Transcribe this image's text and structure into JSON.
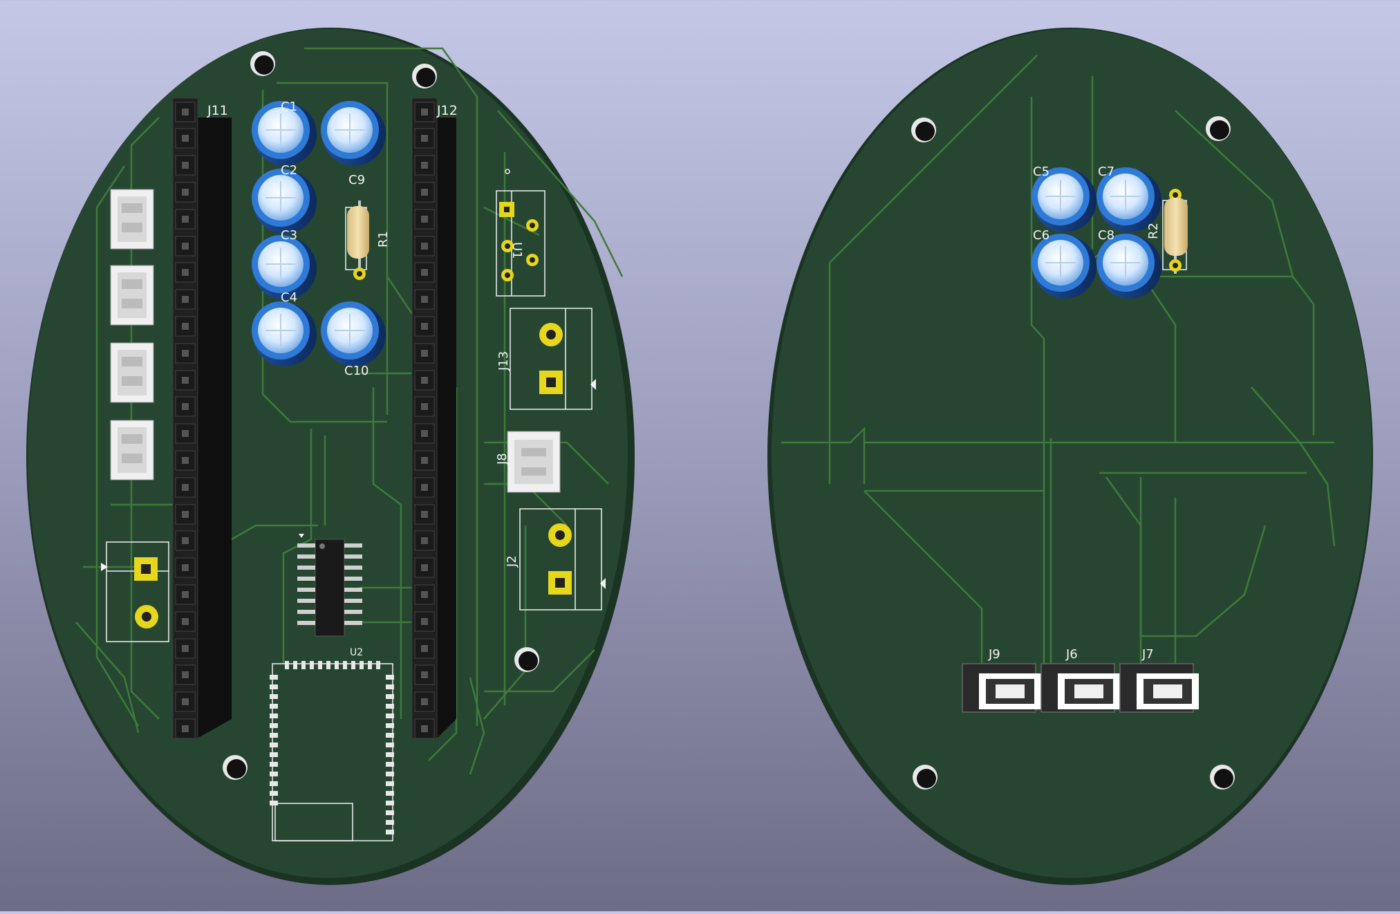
{
  "front_board": {
    "refs": {
      "J11": "J11",
      "J12": "J12",
      "C1": "C1",
      "C2": "C2",
      "C3": "C3",
      "C4": "C4",
      "C9": "C9",
      "C10": "C10",
      "R1": "R1",
      "U1": "U1",
      "J13": "J13",
      "J8": "J8",
      "J2": "J2",
      "U2": "U2"
    }
  },
  "back_board": {
    "refs": {
      "C5": "C5",
      "C6": "C6",
      "C7": "C7",
      "C8": "C8",
      "R2": "R2",
      "J9": "J9",
      "J6": "J6",
      "J7": "J7"
    }
  },
  "colors": {
    "background_top": "#c4c8e6",
    "background_bottom": "#6c6c86",
    "board": "#264632",
    "trace": "#3f7a3a",
    "pad_gold": "#e6d61c",
    "capacitor": "#2a5db8",
    "silkscreen": "#f2f2f2"
  }
}
